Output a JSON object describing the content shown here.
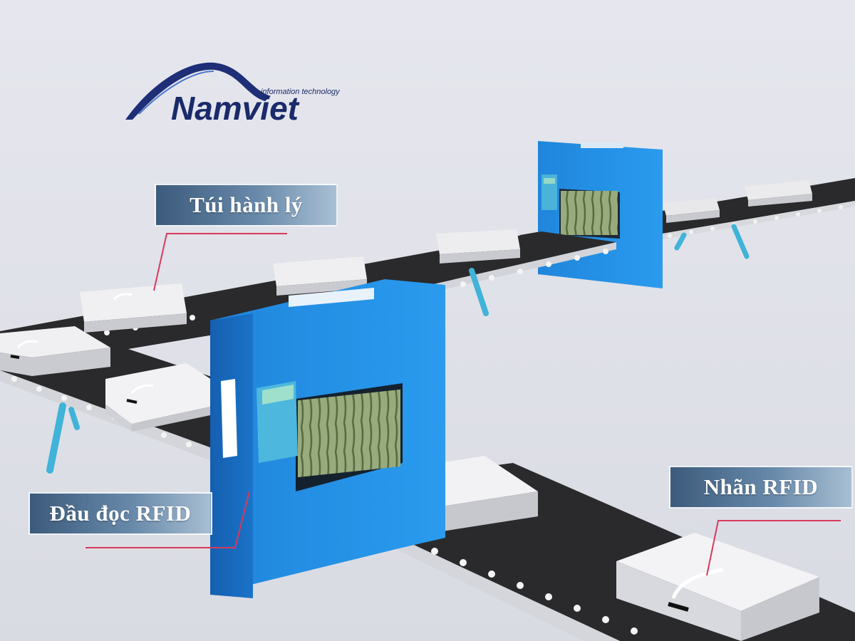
{
  "logo": {
    "brand": "Namviet",
    "tagline": "information technology"
  },
  "callouts": {
    "bag": "Túi hành lý",
    "reader": "Đầu đọc RFID",
    "tag": "Nhãn RFID"
  },
  "colors": {
    "background": "#e3e5ec",
    "reader_blue": "#1f7fd6",
    "conveyor_belt": "#2a2a2c",
    "leader_line": "#d9395a",
    "logo_navy": "#1a2a6a"
  }
}
